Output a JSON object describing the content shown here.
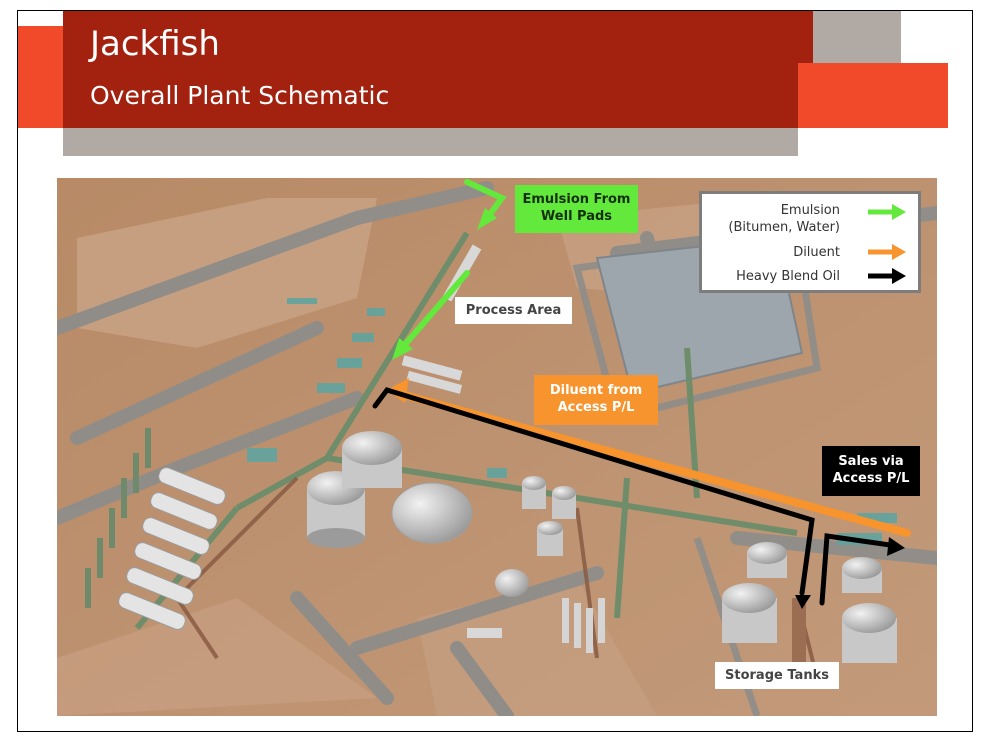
{
  "slide": {
    "title": "Jackfish",
    "subtitle": "Overall Plant Schematic"
  },
  "labels": {
    "emulsion_from_well_pads": [
      "Emulsion From",
      "Well Pads"
    ],
    "process_area": "Process Area",
    "diluent_from_access": [
      "Diluent from",
      "Access P/L"
    ],
    "sales_via_access": [
      "Sales via",
      "Access P/L"
    ],
    "storage_tanks": "Storage Tanks"
  },
  "legend": {
    "items": [
      {
        "label_lines": [
          "Emulsion",
          "(Bitumen, Water)"
        ],
        "color": "#63e83c"
      },
      {
        "label_lines": [
          "Diluent"
        ],
        "color": "#f7942d"
      },
      {
        "label_lines": [
          "Heavy Blend Oil"
        ],
        "color": "#000000"
      }
    ]
  },
  "colors": {
    "brand_dark_red": "#a3220f",
    "brand_orange": "#f04a2a",
    "brand_grey": "#b1a9a3",
    "emulsion_green": "#63e83c",
    "diluent_orange": "#f7942d",
    "heavy_blend_black": "#000000"
  }
}
